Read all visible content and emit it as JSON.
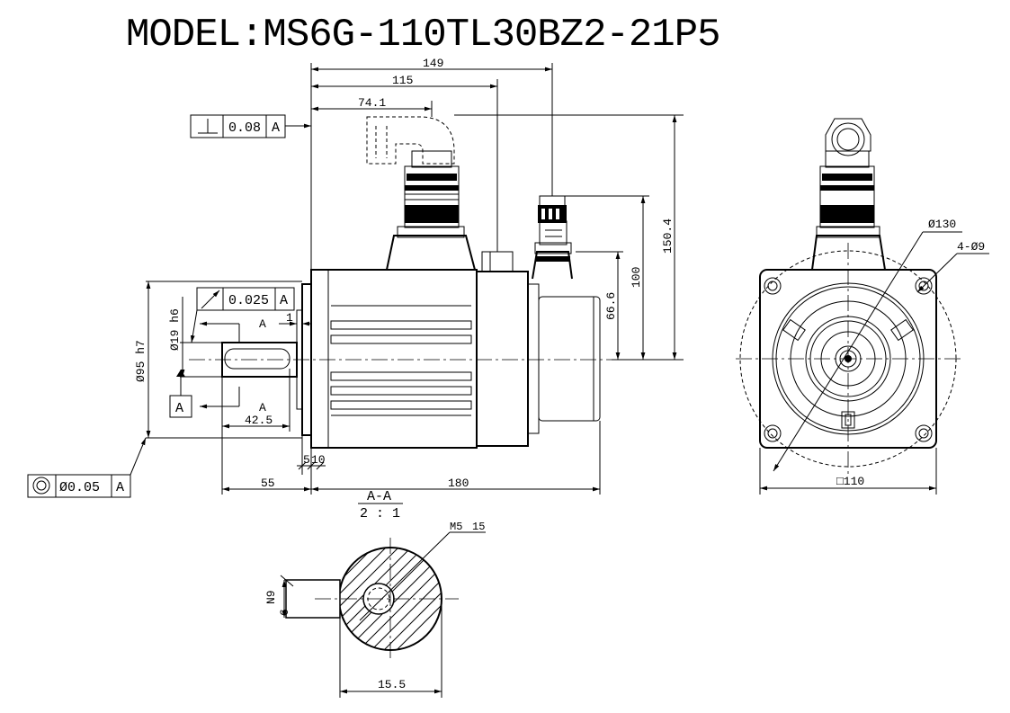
{
  "title": "MODEL:MS6G-110TL30BZ2-21P5",
  "dimensions": {
    "overall_149": "149",
    "d115": "115",
    "d74": "74.1",
    "d150": "150.4",
    "d100": "100",
    "d66": "66.6",
    "shaft_dia": "Ø19 h6",
    "pilot_dia": "Ø95 h7",
    "d1": "1",
    "d42": "42.5",
    "d5": "5",
    "d10": "10",
    "d55": "55",
    "d180": "180",
    "bolt_circle": "Ø130",
    "holes": "4-Ø9",
    "flange_sq": "□110",
    "section_thread": "M5",
    "section_depth": "15",
    "key_width": "N9",
    "key_num": "6",
    "d15": "15.5"
  },
  "tolerances": {
    "perp_value": "0.08",
    "perp_datum": "A",
    "runout_value": "0.025",
    "runout_datum": "A",
    "conc_value": "Ø0.05",
    "conc_datum": "A"
  },
  "datum": {
    "label": "A"
  },
  "section": {
    "name": "A-A",
    "scale": "2 : 1",
    "mark": "A"
  },
  "icons": [
    "perpendicularity-symbol",
    "circular-runout-symbol",
    "concentricity-symbol",
    "datum-triangle"
  ]
}
